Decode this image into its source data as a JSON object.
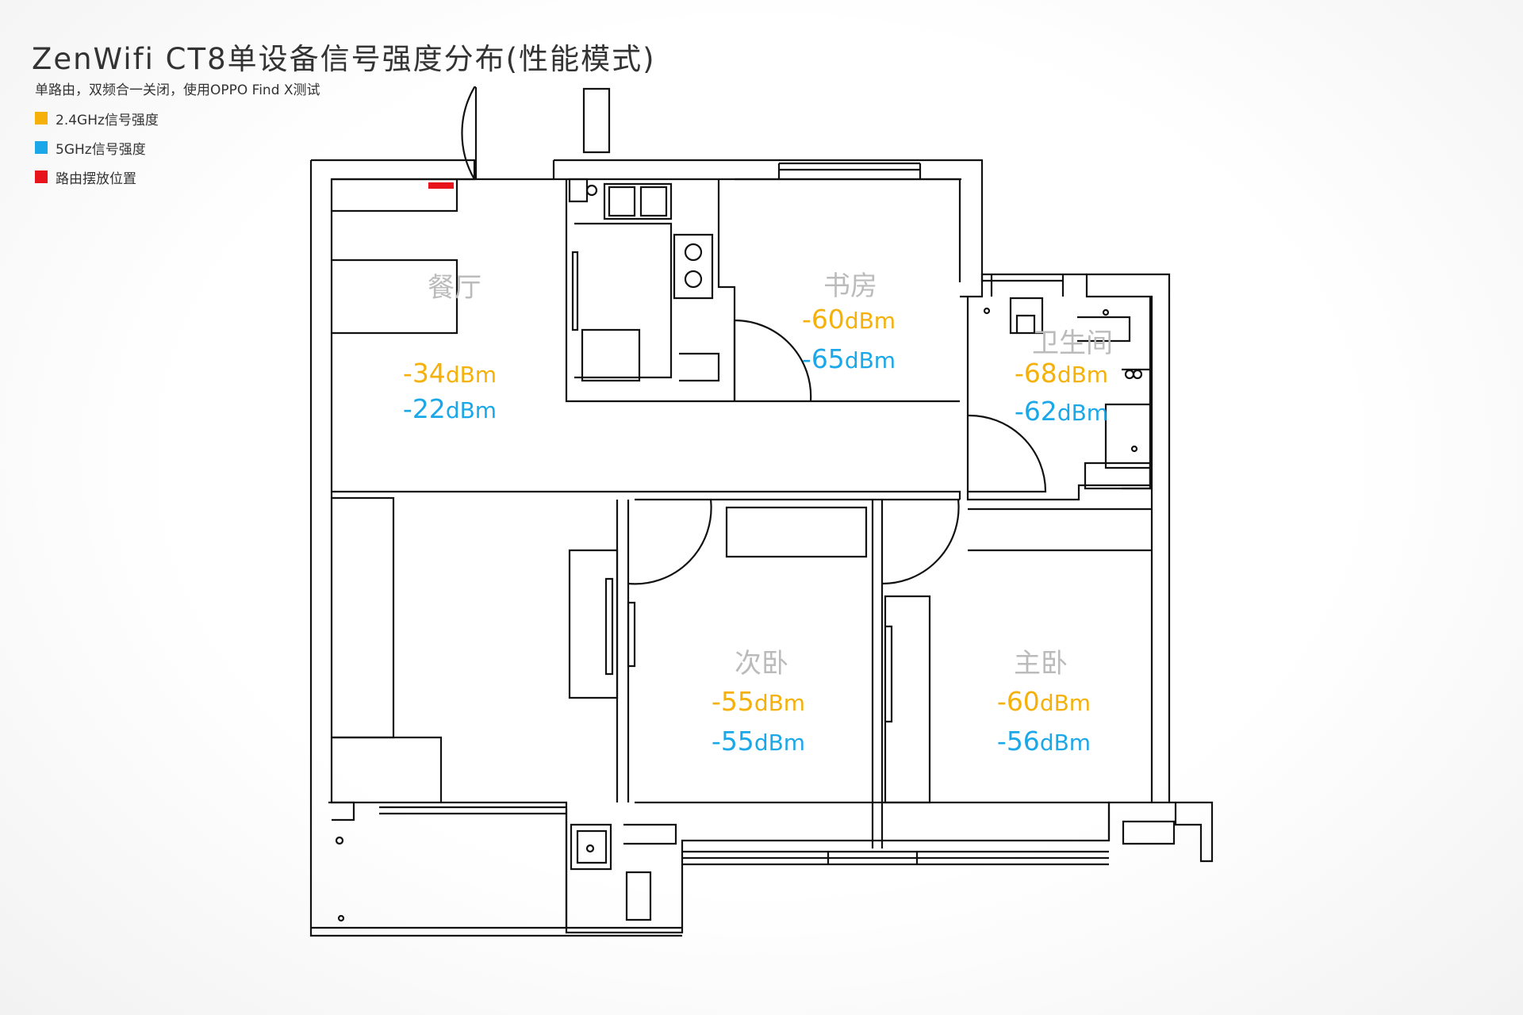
{
  "title": "ZenWifi CT8单设备信号强度分布(性能模式)",
  "subtitle": "单路由，双频合一关闭，使用OPPO Find X测试",
  "legend": [
    {
      "label": "2.4GHz信号强度",
      "color": "#f5b10a"
    },
    {
      "label": "5GHz信号强度",
      "color": "#1ba8e8"
    },
    {
      "label": "路由摆放位置",
      "color": "#e8141c"
    }
  ],
  "unit": "dBm",
  "rooms": {
    "dining": {
      "name": "餐厅",
      "ghz24": "-34",
      "ghz5": "-22"
    },
    "study": {
      "name": "书房",
      "ghz24": "-60",
      "ghz5": "-65"
    },
    "bath": {
      "name": "卫生间",
      "ghz24": "-68",
      "ghz5": "-62"
    },
    "second": {
      "name": "次卧",
      "ghz24": "-55",
      "ghz5": "-55"
    },
    "master": {
      "name": "主卧",
      "ghz24": "-60",
      "ghz5": "-56"
    }
  }
}
